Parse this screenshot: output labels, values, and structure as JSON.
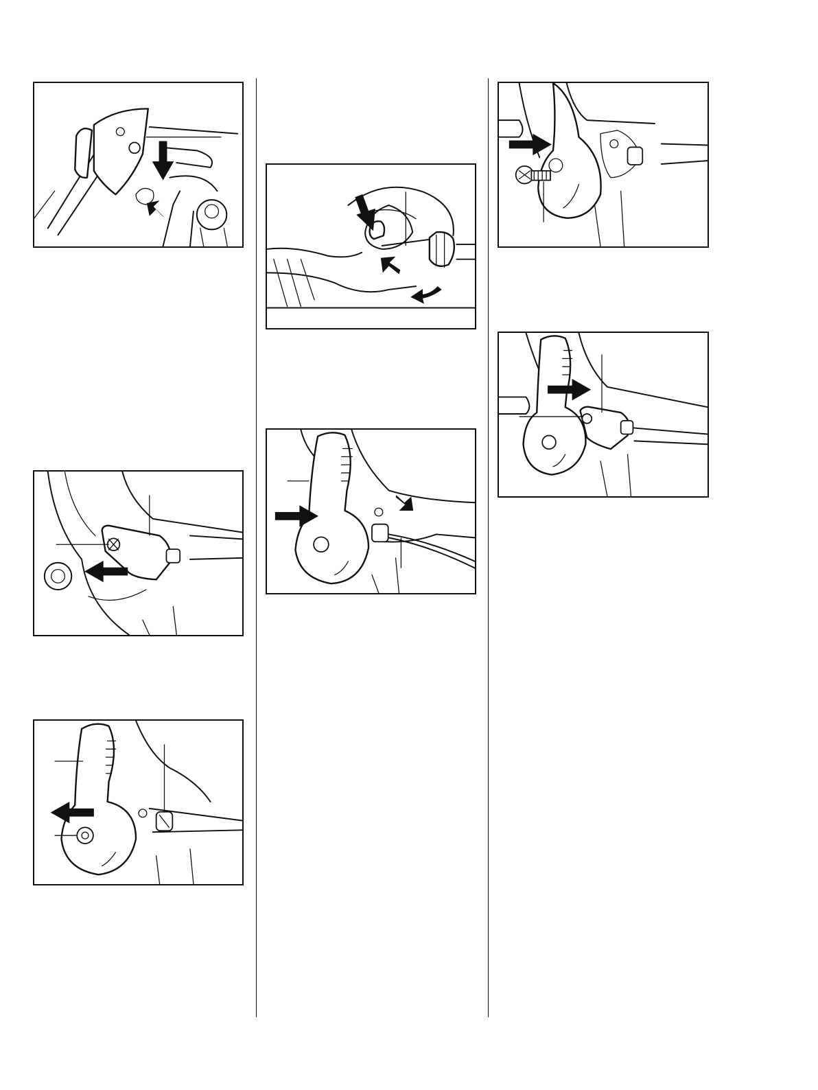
{
  "page": {
    "columns": 3,
    "figures": [
      {
        "id": "fig-1",
        "column": 1,
        "depicts": "cover-plate-removal",
        "arrows": 2,
        "callouts": 1
      },
      {
        "id": "fig-2",
        "column": 1,
        "depicts": "cover-push-off",
        "arrows": 1,
        "callouts": 2
      },
      {
        "id": "fig-3",
        "column": 1,
        "depicts": "lever-removal",
        "arrows": 1,
        "callouts": 3
      },
      {
        "id": "fig-4",
        "column": 2,
        "depicts": "cable-nipple-unhook",
        "arrows": 3,
        "callouts": 1
      },
      {
        "id": "fig-5",
        "column": 2,
        "depicts": "lever-install",
        "arrows": 2,
        "callouts": 2
      },
      {
        "id": "fig-6",
        "column": 3,
        "depicts": "screw-insert",
        "arrows": 1,
        "callouts": 1
      },
      {
        "id": "fig-7",
        "column": 3,
        "depicts": "cover-install",
        "arrows": 1,
        "callouts": 2
      }
    ],
    "icons": [
      "arrow-icon",
      "curved-arrow-icon",
      "torx-screw-icon"
    ]
  }
}
